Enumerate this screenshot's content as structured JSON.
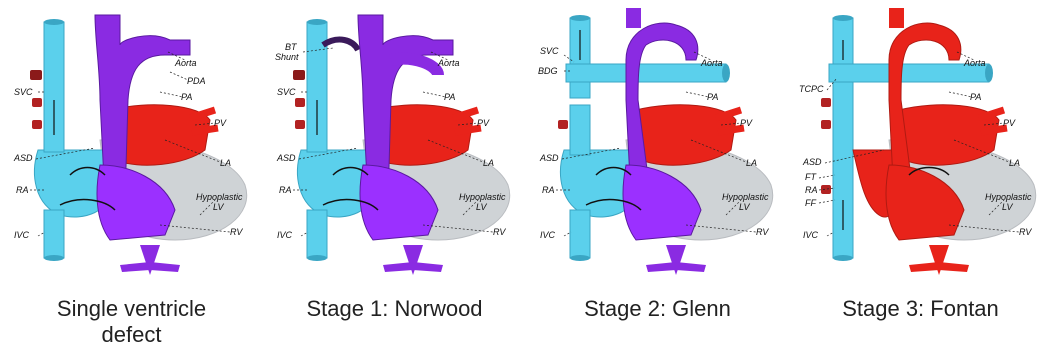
{
  "colors": {
    "deoxygenated": "#8a2be2",
    "mixed": "#9b30ff",
    "oxygenated": "#e8231a",
    "systemic_venous": "#5bd0ec",
    "ventricle_gray": "#cfd3d6",
    "dark_vessel": "#8b1a1a"
  },
  "panels": [
    {
      "caption_line1": "Single ventricle",
      "caption_line2": "defect",
      "labels": {
        "aorta": "Aorta",
        "pda": "PDA",
        "pa": "PA",
        "svc": "SVC",
        "pv": "PV",
        "la": "LA",
        "asd": "ASD",
        "ra": "RA",
        "hypo1": "Hypoplastic",
        "hypo2": "LV",
        "ivc": "IVC",
        "rv": "RV"
      }
    },
    {
      "caption_line1": "Stage 1: Norwood",
      "labels": {
        "bt1": "BT",
        "bt2": "Shunt",
        "aorta": "Aorta",
        "pa": "PA",
        "svc": "SVC",
        "pv": "PV",
        "la": "LA",
        "asd": "ASD",
        "ra": "RA",
        "hypo1": "Hypoplastic",
        "hypo2": "LV",
        "ivc": "IVC",
        "rv": "RV"
      }
    },
    {
      "caption_line1": "Stage 2: Glenn",
      "labels": {
        "svc": "SVC",
        "bdg": "BDG",
        "aorta": "Aorta",
        "pa": "PA",
        "pv": "PV",
        "la": "LA",
        "asd": "ASD",
        "ra": "RA",
        "hypo1": "Hypoplastic",
        "hypo2": "LV",
        "ivc": "IVC",
        "rv": "RV"
      }
    },
    {
      "caption_line1": "Stage 3: Fontan",
      "labels": {
        "tcpc": "TCPC",
        "aorta": "Aorta",
        "pa": "PA",
        "pv": "PV",
        "la": "LA",
        "asd": "ASD",
        "ft": "FT",
        "ra": "RA",
        "ff": "FF",
        "hypo1": "Hypoplastic",
        "hypo2": "LV",
        "ivc": "IVC",
        "rv": "RV"
      }
    }
  ]
}
